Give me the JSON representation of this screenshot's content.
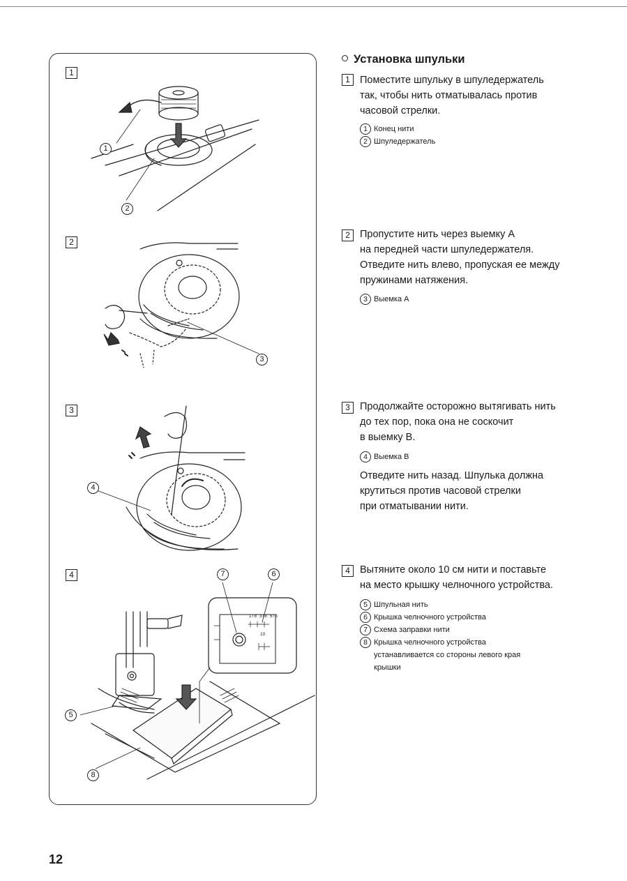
{
  "page": {
    "section_title": "Установка шпульки",
    "page_number": "12"
  },
  "figure": {
    "step_labels": [
      "1",
      "2",
      "3",
      "4"
    ],
    "callouts": [
      "1",
      "2",
      "3",
      "4",
      "5",
      "6",
      "7",
      "8"
    ],
    "scale_marks": [
      "1/8",
      "3/8",
      "5/8",
      "10"
    ]
  },
  "steps": [
    {
      "number": "1",
      "lines": [
        "Поместите шпульку в шпуледержатель",
        "так, чтобы нить отматывалась против",
        "часовой стрелки."
      ],
      "legend": [
        {
          "num": "1",
          "text": "Конец нити"
        },
        {
          "num": "2",
          "text": "Шпуледержатель"
        }
      ]
    },
    {
      "number": "2",
      "lines": [
        "Пропустите нить через выемку А",
        "на передней части шпуледержателя.",
        "Отведите нить влево, пропуская ее между",
        "пружинами натяжения."
      ],
      "legend": [
        {
          "num": "3",
          "text": "Выемка А"
        }
      ]
    },
    {
      "number": "3",
      "lines": [
        "Продолжайте осторожно вытягивать нить",
        "до тех пор, пока она не соскочит",
        "в выемку В."
      ],
      "legend": [
        {
          "num": "4",
          "text": "Выемка В"
        }
      ],
      "after_lines": [
        "Отведите нить назад. Шпулька должна",
        "крутиться против часовой стрелки",
        "при отматывании нити."
      ]
    },
    {
      "number": "4",
      "lines": [
        "Вытяните около 10 см нити и поставьте",
        "на место крышку челночного устройства."
      ],
      "legend": [
        {
          "num": "5",
          "text": "Шпульная нить"
        },
        {
          "num": "6",
          "text": "Крышка челночного устройства"
        },
        {
          "num": "7",
          "text": "Схема заправки нити"
        },
        {
          "num": "8",
          "text": "Крышка челночного устройства устанавливается со стороны левого края крышки"
        }
      ]
    }
  ]
}
